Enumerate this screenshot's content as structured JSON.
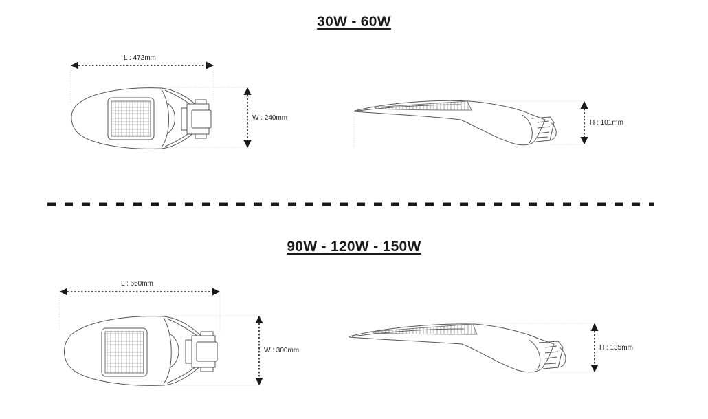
{
  "sections": [
    {
      "title": "30W - 60W",
      "length_label": "L : 472mm",
      "width_label": "W : 240mm",
      "height_label": "H : 101mm"
    },
    {
      "title": "90W - 120W - 150W",
      "length_label": "L : 650mm",
      "width_label": "W : 300mm",
      "height_label": "H : 135mm"
    }
  ],
  "colors": {
    "line": "#555555",
    "dim_line": "#1a1a1a",
    "guide": "#bbbbbb",
    "text": "#1a1a1a"
  },
  "icons": {
    "top_view": "streetlight-top-view",
    "side_view": "streetlight-side-view"
  }
}
